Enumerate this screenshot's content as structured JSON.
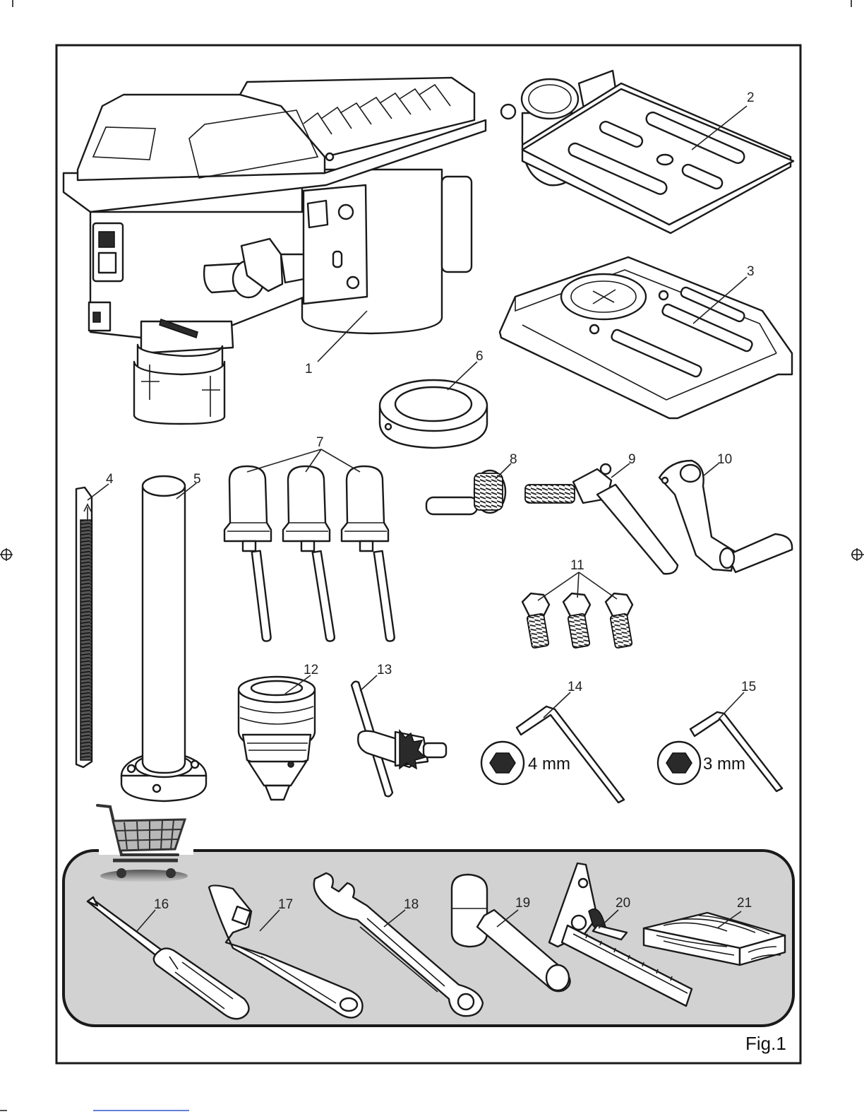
{
  "figure_label": "Fig.1",
  "parts": [
    {
      "id": 1,
      "label": "1"
    },
    {
      "id": 2,
      "label": "2"
    },
    {
      "id": 3,
      "label": "3"
    },
    {
      "id": 4,
      "label": "4"
    },
    {
      "id": 5,
      "label": "5"
    },
    {
      "id": 6,
      "label": "6"
    },
    {
      "id": 7,
      "label": "7"
    },
    {
      "id": 8,
      "label": "8"
    },
    {
      "id": 9,
      "label": "9"
    },
    {
      "id": 10,
      "label": "10"
    },
    {
      "id": 11,
      "label": "11"
    },
    {
      "id": 12,
      "label": "12"
    },
    {
      "id": 13,
      "label": "13"
    },
    {
      "id": 14,
      "label": "14"
    },
    {
      "id": 15,
      "label": "15"
    }
  ],
  "hex_keys": [
    {
      "size": "4 mm"
    },
    {
      "size": "3 mm"
    }
  ],
  "required_tools": {
    "icon": "shopping-cart-icon",
    "items": [
      {
        "id": 16,
        "label": "16"
      },
      {
        "id": 17,
        "label": "17"
      },
      {
        "id": 18,
        "label": "18"
      },
      {
        "id": 19,
        "label": "19"
      },
      {
        "id": 20,
        "label": "20"
      },
      {
        "id": 21,
        "label": "21"
      }
    ]
  },
  "colors": {
    "tools_panel": "#d2d2d2",
    "frame": "#1a1a1a"
  }
}
